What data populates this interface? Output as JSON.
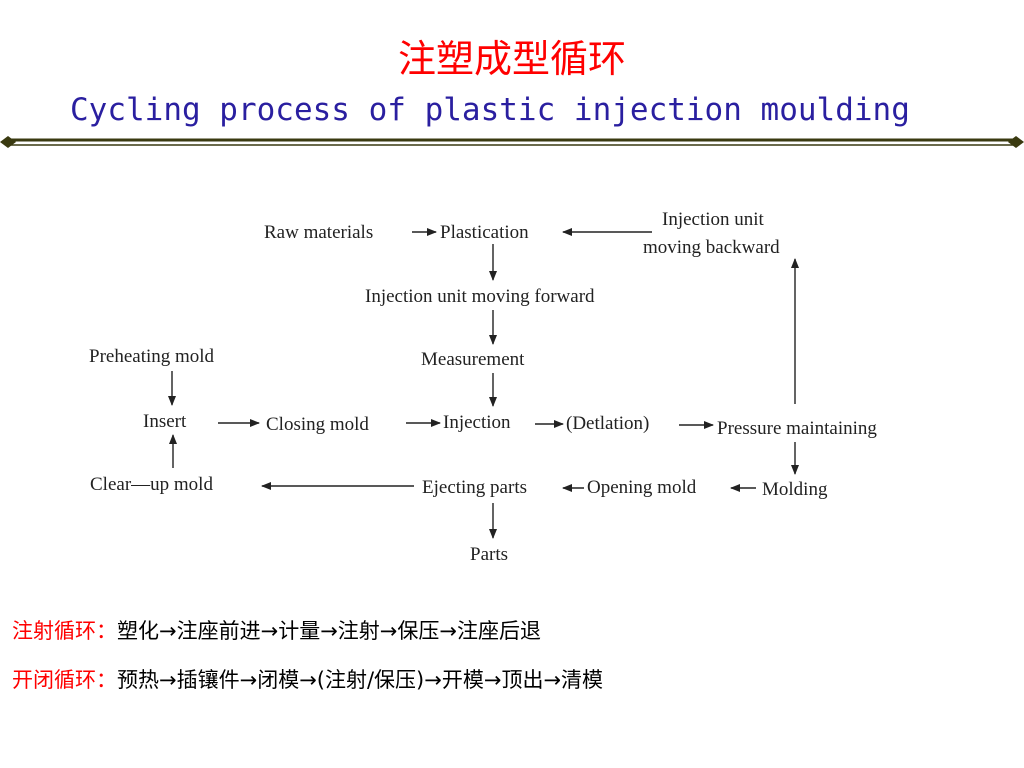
{
  "title_cn": "注塑成型循环",
  "title_en": "Cycling process of plastic injection moulding",
  "colors": {
    "title_cn": "#ff0000",
    "title_en": "#2a1fa0",
    "divider": "#3a3a10",
    "label": "#ff0000"
  },
  "nodes": {
    "raw_materials": "Raw materials",
    "plastication": "Plastication",
    "inj_backward_1": "Injection unit",
    "inj_backward_2": "moving  backward",
    "inj_forward": "Injection unit moving forward",
    "measurement": "Measurement",
    "preheating": "Preheating mold",
    "insert": "Insert",
    "closing": "Closing mold",
    "injection": "Injection",
    "detlation": "(Detlation)",
    "pressure": "Pressure maintaining",
    "clearup": "Clear—up  mold",
    "ejecting": "Ejecting parts",
    "opening": "Opening mold",
    "molding": "Molding",
    "parts": "Parts"
  },
  "cycles": {
    "injection_label": "注射循环：",
    "injection_steps": "塑化→注座前进→计量→注射→保压→注座后退",
    "mold_label": "开闭循环：",
    "mold_steps": "预热→插镶件→闭模→(注射/保压)→开模→顶出→清模"
  }
}
